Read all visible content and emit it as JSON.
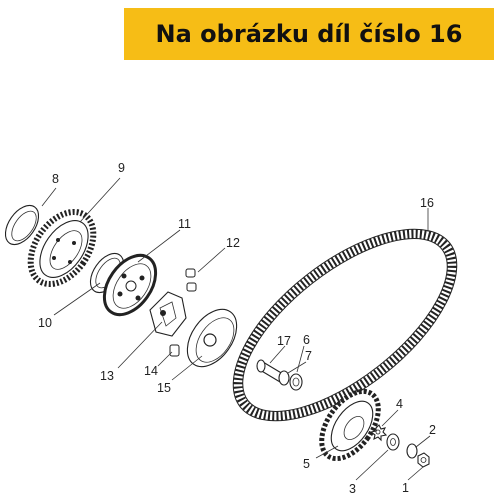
{
  "banner": {
    "text": "Na obrázku díl číslo 16",
    "color": "#f6bd16"
  },
  "callouts": {
    "c1": "1",
    "c2": "2",
    "c3": "3",
    "c4": "4",
    "c5": "5",
    "c6": "6",
    "c7": "7",
    "c8": "8",
    "c9": "9",
    "c10": "10",
    "c11": "11",
    "c12": "12",
    "c13": "13",
    "c14": "14",
    "c15": "15",
    "c16": "16",
    "c17": "17"
  }
}
